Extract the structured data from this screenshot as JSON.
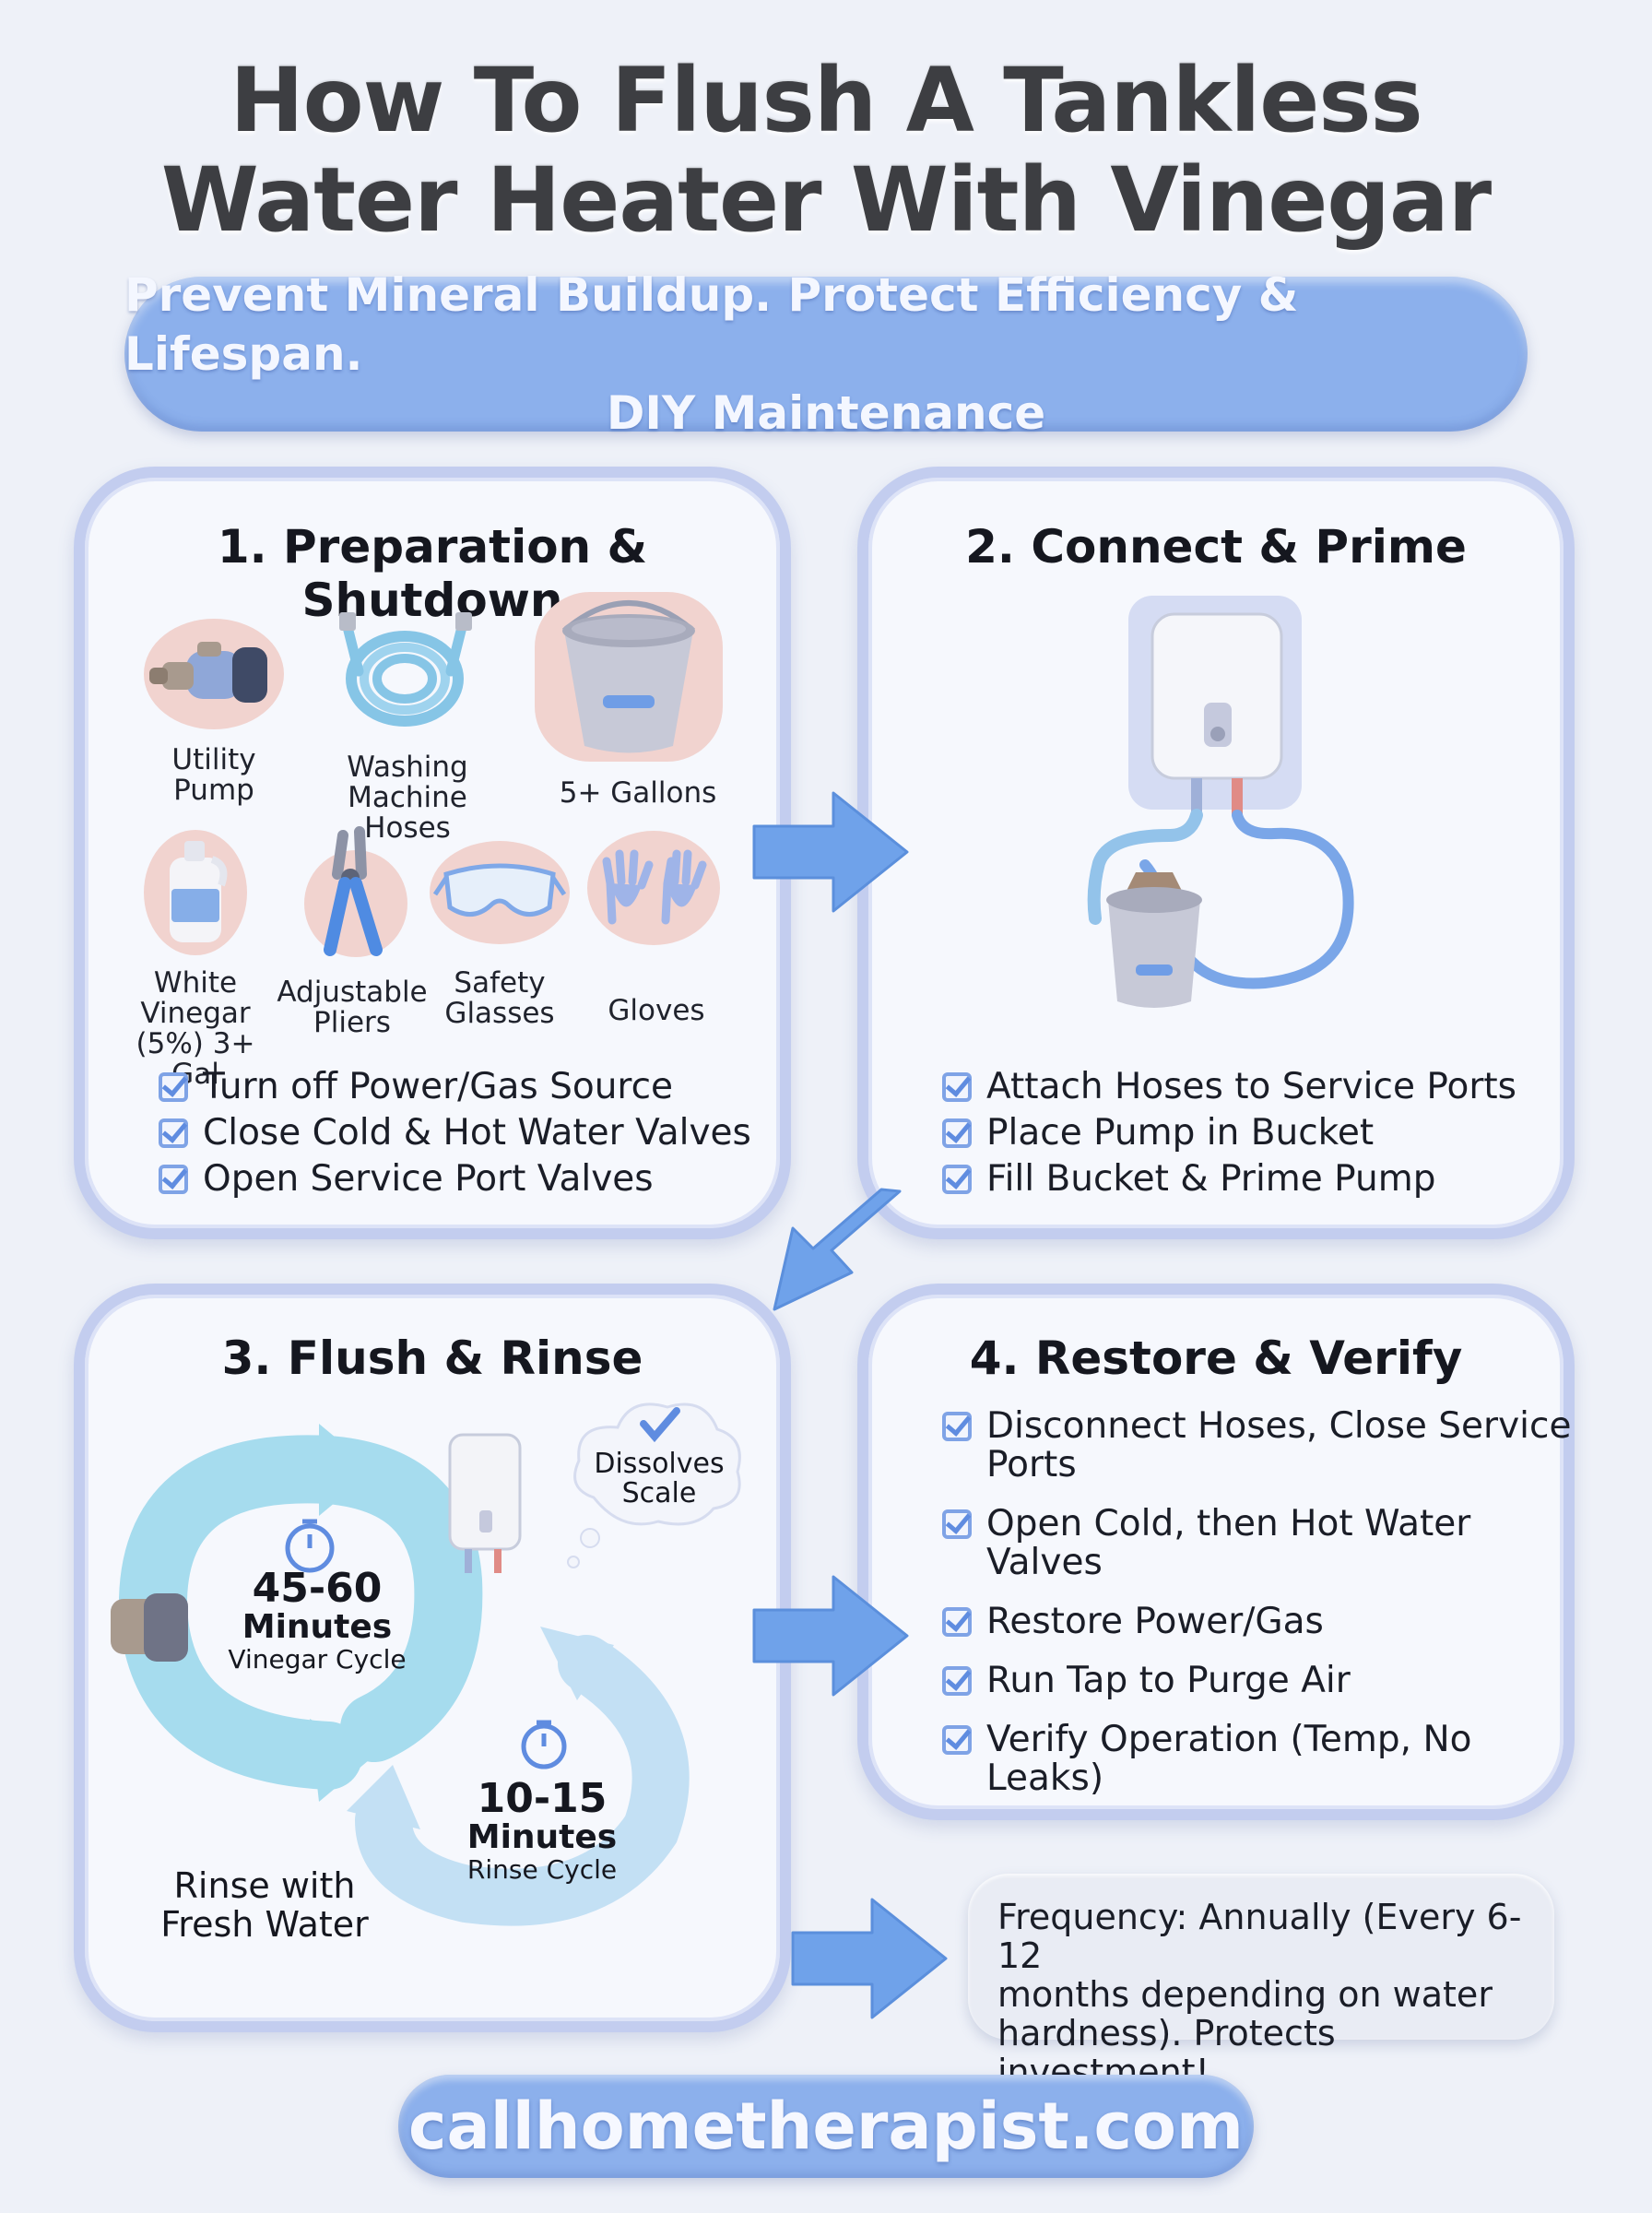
{
  "title": {
    "line1": "How To Flush A Tankless",
    "line2": "Water Heater With Vinegar"
  },
  "banner": {
    "line1": "Prevent Mineral Buildup. Protect Efficiency & Lifespan.",
    "line2": "DIY Maintenance"
  },
  "step1": {
    "title": "1. Preparation & Shutdown",
    "tools": [
      {
        "label": "Utility Pump",
        "icon": "utility-pump-icon"
      },
      {
        "label": "Washing Machine Hoses",
        "icon": "hose-icon"
      },
      {
        "label": "5+ Gallons",
        "icon": "bucket-icon"
      },
      {
        "label": "White Vinegar (5%) 3+ Gal",
        "icon": "vinegar-jug-icon"
      },
      {
        "label": "Adjustable Pliers",
        "icon": "pliers-icon"
      },
      {
        "label": "Safety Glasses",
        "icon": "safety-glasses-icon"
      },
      {
        "label": "Gloves",
        "icon": "gloves-icon"
      }
    ],
    "tool_lines": {
      "pump_1": "Utility",
      "pump_2": "Pump",
      "hose_1": "Washing",
      "hose_2": "Machine Hoses",
      "bucket_1": "5+ Gallons",
      "vinegar_1": "White",
      "vinegar_2": "Vinegar",
      "vinegar_3": "(5%) 3+ Gal",
      "pliers_1": "Adjustable",
      "pliers_2": "Pliers",
      "glasses_1": "Safety",
      "glasses_2": "Glasses",
      "gloves_1": "Gloves"
    },
    "checklist": [
      "Turn off Power/Gas Source",
      "Close Cold & Hot Water Valves",
      "Open Service Port Valves"
    ]
  },
  "step2": {
    "title": "2. Connect & Prime",
    "checklist": [
      "Attach Hoses to Service Ports",
      "Place Pump in Bucket",
      "Fill Bucket & Prime Pump"
    ]
  },
  "step3": {
    "title": "3. Flush & Rinse",
    "bubble_1": "Dissolves",
    "bubble_2": "Scale",
    "vinegar_cycle": {
      "value": "45-60",
      "unit": "Minutes",
      "label": "Vinegar Cycle"
    },
    "rinse_cycle": {
      "value": "10-15",
      "unit": "Minutes",
      "label": "Rinse Cycle"
    },
    "rinse_1": "Rinse with",
    "rinse_2": "Fresh Water"
  },
  "step4": {
    "title": "4. Restore & Verify",
    "checklist": [
      {
        "l1": "Disconnect Hoses, Close Service",
        "l2": "Ports"
      },
      {
        "l1": "Open Cold, then Hot Water",
        "l2": "Valves"
      },
      {
        "l1": "Restore Power/Gas",
        "l2": ""
      },
      {
        "l1": "Run Tap to Purge Air",
        "l2": ""
      },
      {
        "l1": "Verify Operation (Temp, No Leaks)",
        "l2": ""
      }
    ]
  },
  "frequency": {
    "line1": "Frequency: Annually (Every 6-12",
    "line2": "months depending on water",
    "line3": "hardness). Protects investment!"
  },
  "website": "callhometherapist.com",
  "colors": {
    "accent_blue": "#8cb0ec",
    "card_border": "#c3cdef",
    "icon_bg_pink": "#f1d3cf",
    "arrow_blue": "#6fa2ea",
    "cycle_teal": "#a6dcee"
  }
}
